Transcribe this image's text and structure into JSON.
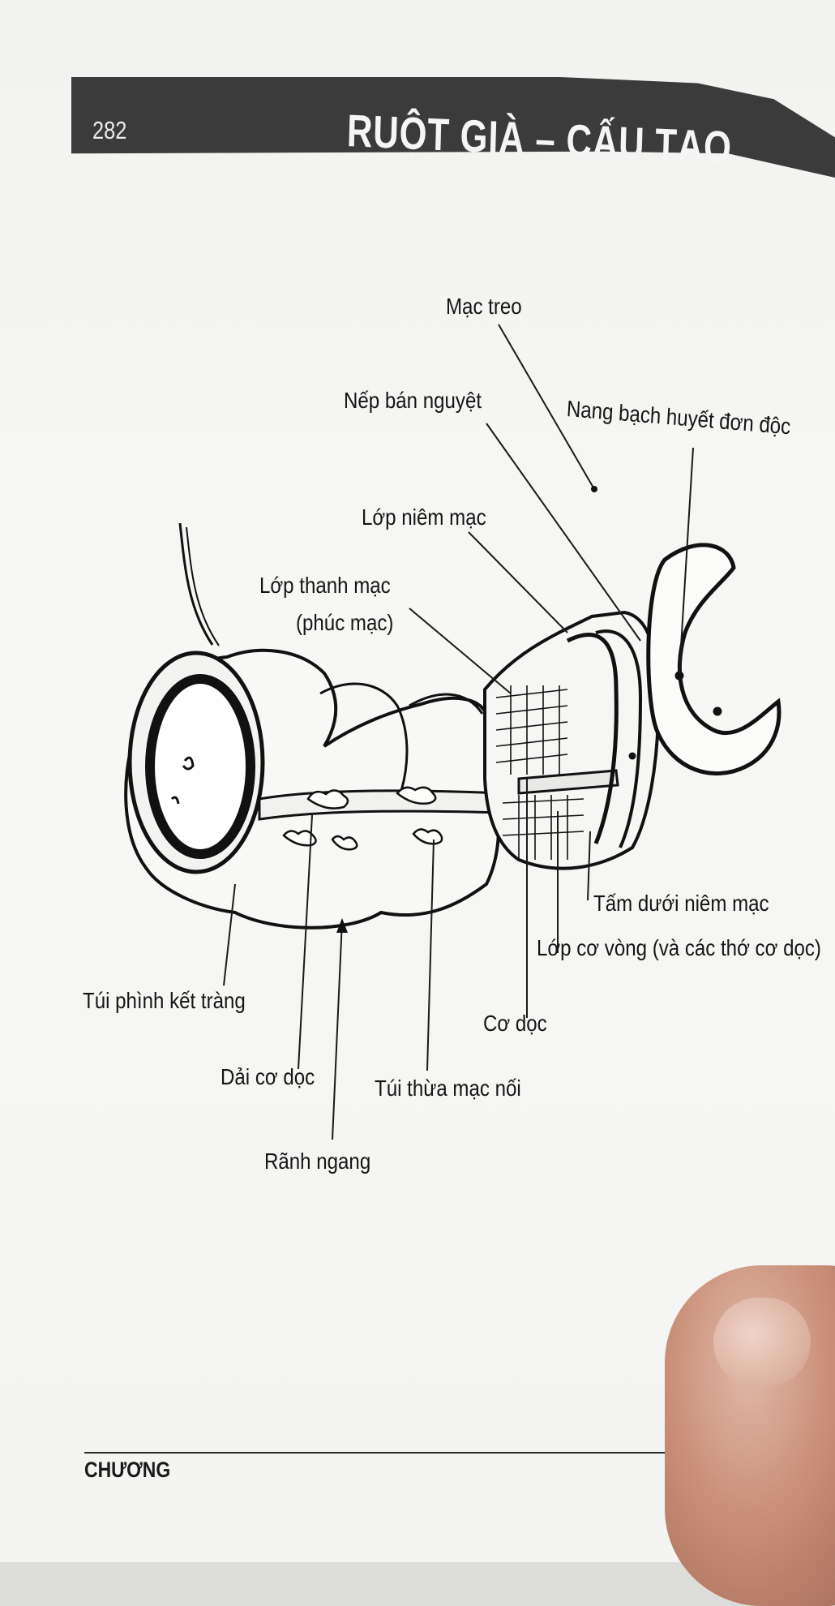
{
  "header": {
    "page_number": "282",
    "title": "RUỘT GIÀ – CẤU TẠO"
  },
  "diagram": {
    "labels": {
      "mac_treo": "Mạc treo",
      "nep_ban_nguyet": "Nếp bán nguyệt",
      "nang_bach_huyet": "Nang bạch huyết đơn độc",
      "lop_niem_mac": "Lớp niêm mạc",
      "lop_thanh_mac": "Lớp thanh mạc",
      "phuc_mac": "(phúc mạc)",
      "tam_duoi_niem_mac": "Tấm dưới niêm mạc",
      "lop_co_vong": "Lớp cơ vòng (và các thớ cơ dọc)",
      "tui_phinh": "Túi phình kết tràng",
      "co_doc": "Cơ dọc",
      "dai_co_doc": "Dải cơ dọc",
      "tui_thua": "Túi thừa mạc nối",
      "ranh_ngang": "Rãnh ngang"
    }
  },
  "footer": {
    "chapter": "CHƯƠNG"
  }
}
